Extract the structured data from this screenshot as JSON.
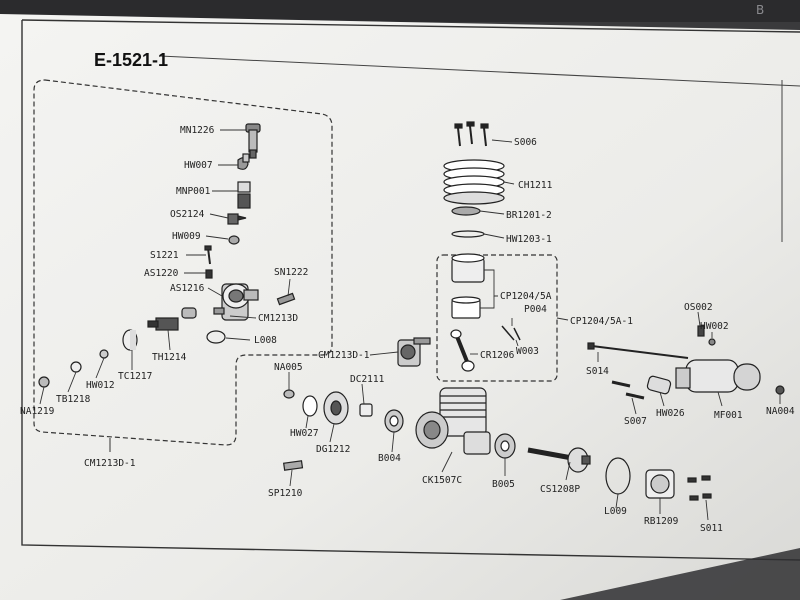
{
  "diagram_title": "E-1521-1",
  "corner_mark": "B",
  "parts": {
    "mn1226": "MN1226",
    "hw007": "HW007",
    "mnp001": "MNP001",
    "os2124": "OS2124",
    "hw009": "HW009",
    "s1221": "S1221",
    "as1220": "AS1220",
    "as1216": "AS1216",
    "sn1222": "SN1222",
    "cm1213d_inner": "CM1213D",
    "l008": "L008",
    "th1214": "TH1214",
    "tc1217": "TC1217",
    "hw012": "HW012",
    "tb1218": "TB1218",
    "na1219": "NA1219",
    "cm1213d_group": "CM1213D-1",
    "s006": "S006",
    "ch1211": "CH1211",
    "br1201_2": "BR1201-2",
    "hw1203_1": "HW1203-1",
    "cp1204_5a": "CP1204/5A",
    "p004": "P004",
    "cp1204_5a_1": "CP1204/5A-1",
    "w003": "W003",
    "cr1206": "CR1206",
    "cm1213d_1": "CM1213D-1",
    "na005": "NA005",
    "dc2111": "DC2111",
    "hw027": "HW027",
    "dg1212": "DG1212",
    "b004": "B004",
    "sp1210": "SP1210",
    "ck1507c": "CK1507C",
    "b005": "B005",
    "cs1208p": "CS1208P",
    "l009": "L009",
    "rb1209": "RB1209",
    "s011": "S011",
    "s014": "S014",
    "os002": "OS002",
    "hw002": "HW002",
    "s007": "S007",
    "hw026": "HW026",
    "mf001": "MF001",
    "na004": "NA004"
  }
}
